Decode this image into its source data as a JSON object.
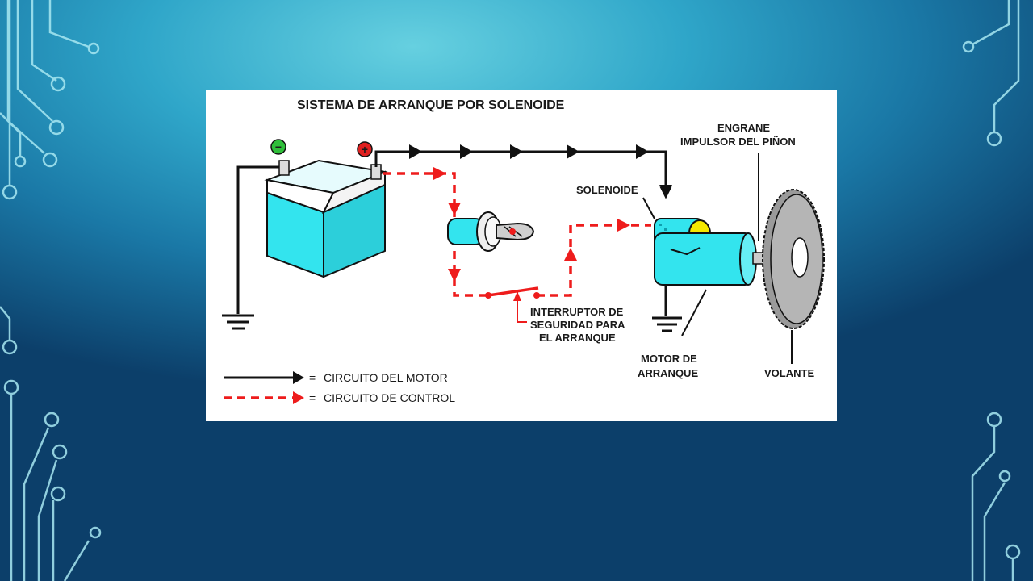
{
  "diagram": {
    "title": "SISTEMA DE ARRANQUE POR SOLENOIDE",
    "labels": {
      "engrane_line1": "ENGRANE",
      "engrane_line2": "IMPULSOR DEL PIÑON",
      "solenoide": "SOLENOIDE",
      "interruptor_line1": "INTERRUPTOR DE",
      "interruptor_line2": "SEGURIDAD PARA",
      "interruptor_line3": "EL ARRANQUE",
      "motor_line1": "MOTOR DE",
      "motor_line2": "ARRANQUE",
      "volante": "VOLANTE",
      "minus": "−",
      "plus": "+"
    },
    "legend": [
      {
        "symbol": "=",
        "label": "CIRCUITO DEL MOTOR",
        "color": "#111111",
        "style": "solid"
      },
      {
        "symbol": "=",
        "label": "CIRCUITO DE CONTROL",
        "color": "#ee1c1c",
        "style": "dashed"
      }
    ],
    "colors": {
      "motor_circuit": "#111111",
      "control_circuit": "#ee1c1c",
      "component_fill": "#33e4ee",
      "negative_terminal": "#2fbf3a",
      "positive_terminal": "#e02020"
    }
  }
}
